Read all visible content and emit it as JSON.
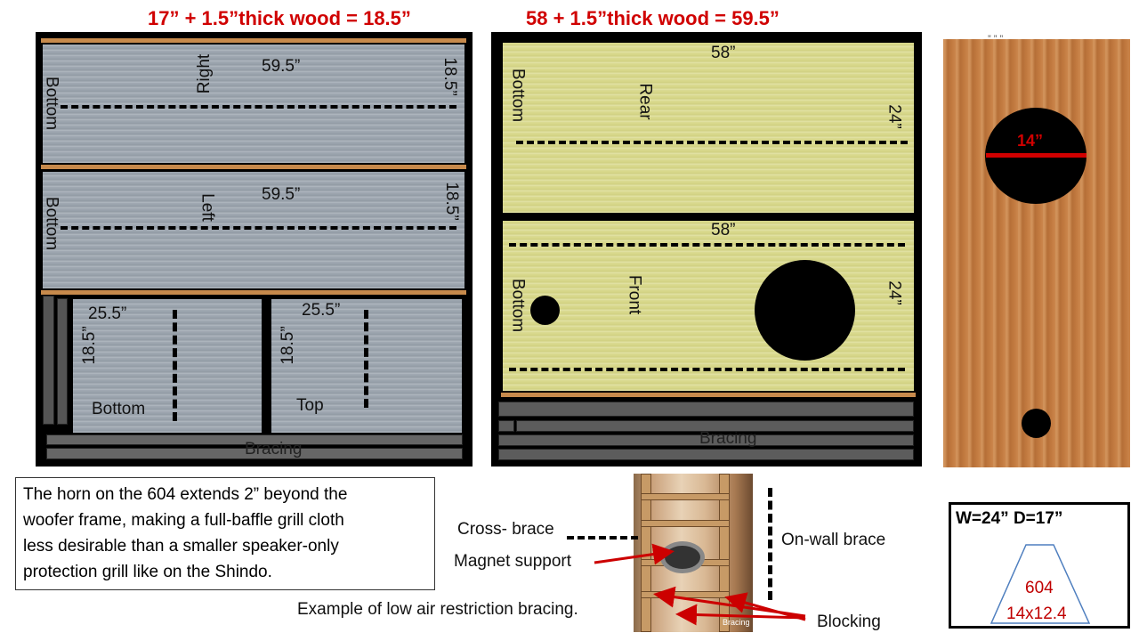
{
  "titles": {
    "left": "17” + 1.5”thick wood  = 18.5”",
    "middle": "58 + 1.5”thick wood = 59.5”"
  },
  "left_panel": {
    "right_board": {
      "edge": "Bottom",
      "name": "Right",
      "length": "59.5”",
      "width": "18.5”"
    },
    "left_board": {
      "edge": "Bottom",
      "name": "Left",
      "length": "59.5”",
      "width": "18.5”"
    },
    "bottom_board": {
      "length": "25.5”",
      "width": "18.5”",
      "name": "Bottom"
    },
    "top_board": {
      "length": "25.5”",
      "width": "18.5”",
      "name": "Top"
    },
    "bracing": "Bracing"
  },
  "middle_panel": {
    "rear_board": {
      "edge": "Bottom",
      "name": "Rear",
      "length": "58”",
      "width": "24”"
    },
    "front_board": {
      "edge": "Bottom",
      "name": "Front",
      "length": "58”",
      "width": "24”"
    },
    "bracing": "Bracing"
  },
  "right_panel": {
    "hole_label": "14”",
    "header_marks": "”      ”      ”"
  },
  "note": [
    "The horn on the 604 extends 2” beyond the",
    "woofer frame, making a full-baffle grill cloth",
    "less desirable than a smaller speaker-only",
    "protection grill like on the Shindo."
  ],
  "bracing_example": {
    "cross_brace": "Cross- brace",
    "magnet_support": "Magnet support",
    "on_wall_brace": "On-wall  brace",
    "blocking": "Blocking",
    "caption": "Example of low air restriction bracing.",
    "photo_watermark": "Bracing"
  },
  "cabinet_box": {
    "dims": "W=24”  D=17”",
    "model": "604",
    "size": "14x12.4"
  },
  "colors": {
    "accent_red": "#d00000",
    "grey_wood": "#9aa3ad",
    "yellow_wood": "#d8d88a",
    "oak": "#c78a4c"
  }
}
